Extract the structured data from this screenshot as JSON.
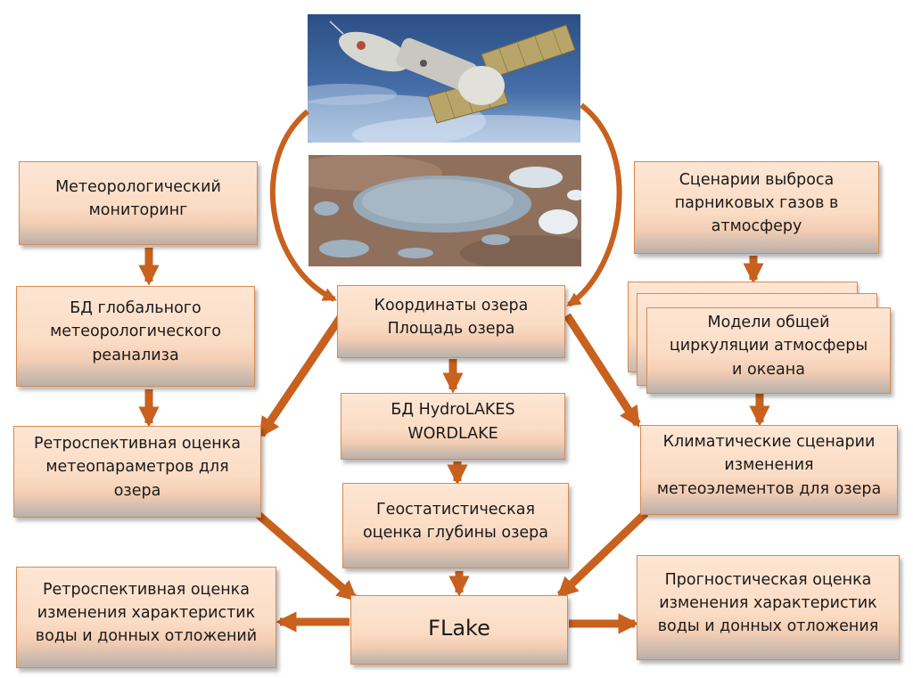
{
  "diagram": {
    "boxes": {
      "met_monitoring": "Метеорологический\nмониторинг",
      "reanalysis_db": "БД глобального\nметеорологического\nреанализа",
      "retro_meteo": "Ретроспективная оценка\nметеопараметров для\nозера",
      "retro_water": "Ретроспективная оценка\nизменения характеристик\nводы и донных отложений",
      "lake_coords": "Координаты озера\nПлощадь озера",
      "hydrolakes_db": "БД HydroLAKES\nWORDLAKE",
      "geostat_depth": "Геостатистическая\nоценка глубины озера",
      "flake": "FLake",
      "ghg_scenarios": "Сценарии выброса\nпарниковых газов в\nатмосферу",
      "gcm_models": "Модели общей\nциркуляции атмосферы\nи океана",
      "climate_scenarios": "Климатические сценарии\nизменения\nметеоэлементов для озера",
      "forecast_water": "Прогностическая оценка\nизменения характеристик\nводы и донных отложения"
    },
    "images": {
      "satellite": "satellite-photo",
      "lake": "lake-aerial-photo"
    },
    "colors": {
      "arrow": "#c8611e",
      "box_border": "#d98a52",
      "box_fill": "#fde6d4"
    }
  }
}
